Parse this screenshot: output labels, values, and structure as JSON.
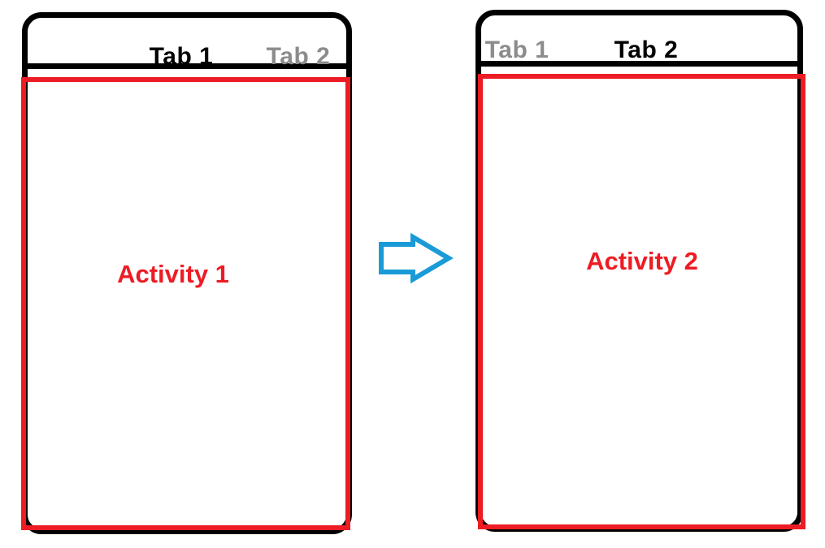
{
  "diagram": {
    "background": "#FFFFFF",
    "colors": {
      "frame_outline": "#000000",
      "content_border": "#ED1C24",
      "activity_text": "#ED1C24",
      "tab_active": "#000000",
      "tab_inactive": "#8C8C8C",
      "arrow": "#1A9BD7"
    },
    "screens": [
      {
        "tabs": [
          {
            "label": "Tab 1",
            "state": "active"
          },
          {
            "label": "Tab 2",
            "state": "inactive"
          }
        ],
        "activity_label": "Activity 1"
      },
      {
        "tabs": [
          {
            "label": "Tab 1",
            "state": "inactive"
          },
          {
            "label": "Tab 2",
            "state": "active"
          }
        ],
        "activity_label": "Activity 2"
      }
    ],
    "arrow": {
      "icon": "block-arrow-right",
      "direction": "right"
    }
  }
}
